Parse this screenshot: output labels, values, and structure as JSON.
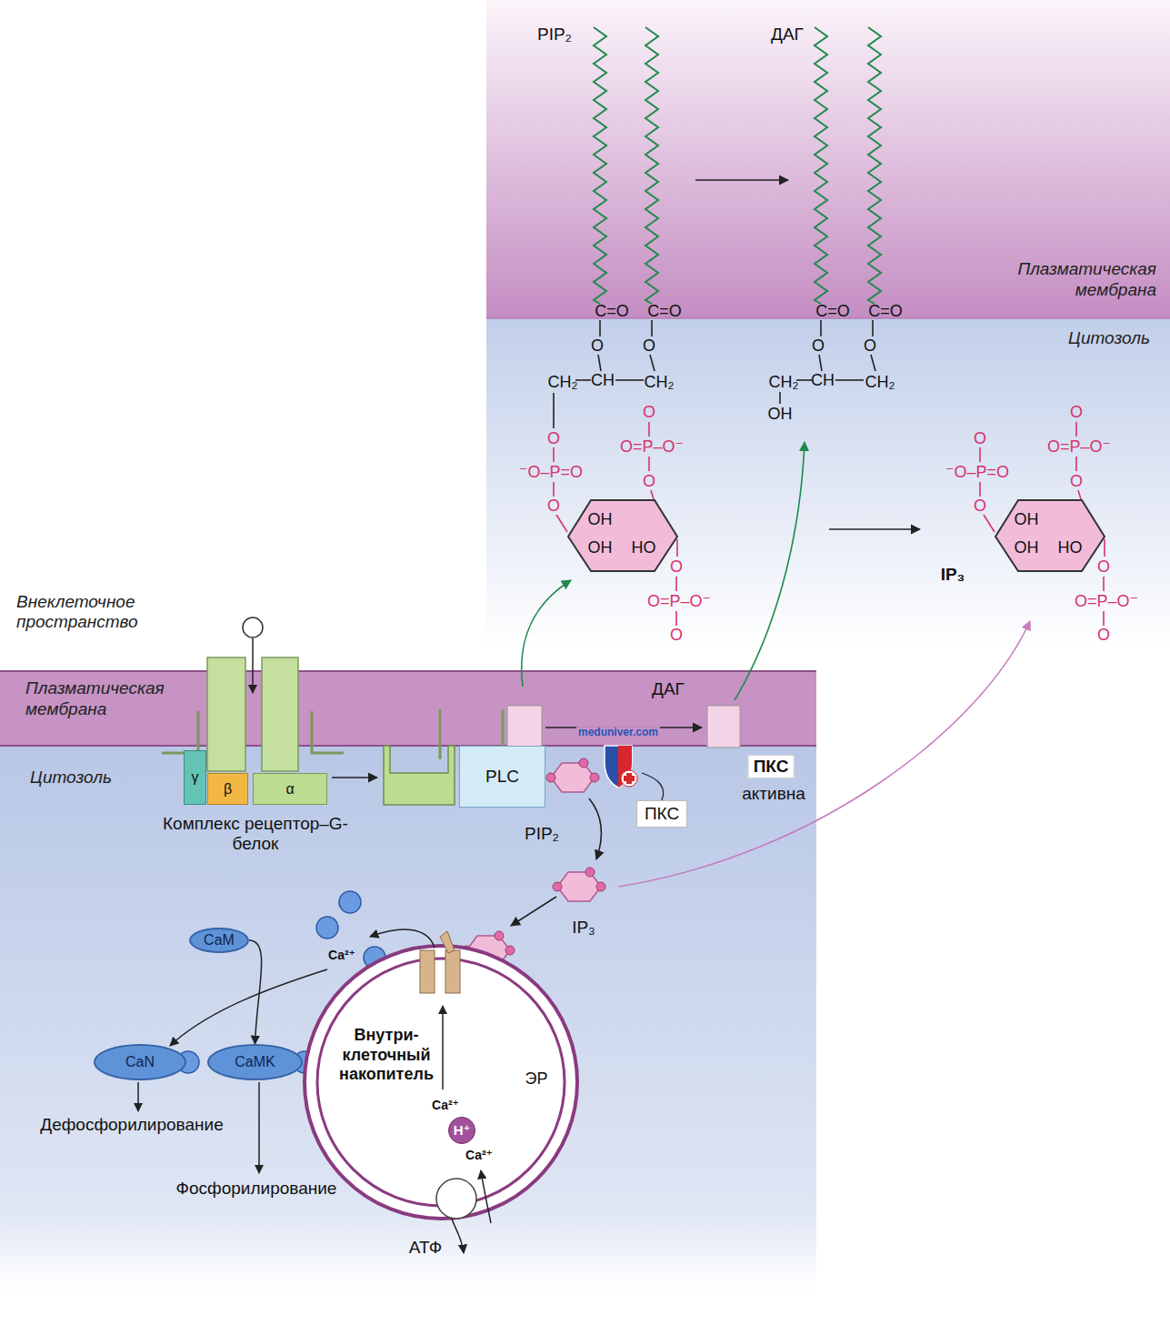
{
  "diagram": {
    "nodes": [
      {
        "text": [
          "Плазматическая мембрана"
        ]
      },
      {
        "text": [
          "Плазматическая мембрана"
        ]
      },
      {
        "text": [
          "γ"
        ]
      },
      {
        "text": [
          "β"
        ]
      },
      {
        "text": [
          "α"
        ]
      },
      {
        "text": [
          "PLC"
        ]
      },
      {
        "text": [
          "ПКС"
        ]
      },
      {
        "text": [
          "CaM"
        ]
      },
      {
        "text": [
          "CaN"
        ]
      },
      {
        "text": [
          "CaMK"
        ]
      },
      {
        "text": [
          "Внутри- клеточный накопитель",
          "ЭР"
        ]
      },
      {
        "text": [
          "H⁺"
        ],
        "in": 10
      }
    ],
    "edges": [
      {
        "from": 7,
        "to": 9,
        "arrow": "to"
      }
    ],
    "labels": [
      "PIP₂",
      "ДАГ",
      "Цитозоль",
      "C=O",
      "C=O",
      "O",
      "O",
      "CH₂",
      "CH",
      "CH₂",
      "O",
      "⁻O–P=O",
      "O",
      "O",
      "O=P–O⁻",
      "O",
      "OH",
      "OH",
      "HO",
      "O",
      "O=P–O⁻",
      "O",
      "C=O",
      "C=O",
      "O",
      "O",
      "CH₂",
      "CH",
      "CH₂",
      "OH",
      "O",
      "⁻O–P=O",
      "O",
      "O",
      "O=P–O⁻",
      "O",
      "OH",
      "OH",
      "HO",
      "O",
      "O=P–O⁻",
      "O",
      "IP₃",
      "Внеклеточное пространство",
      "Цитозоль",
      "Комплекс рецептор–G-белок",
      "ДАГ",
      "meduniver.com",
      "ПКС",
      "активна",
      "PIP₂",
      "IP₃",
      "Ca²⁺",
      "Дефосфорилирование",
      "Фосфорилирование",
      "Ca²⁺",
      "Ca²⁺",
      "АТФ"
    ]
  }
}
